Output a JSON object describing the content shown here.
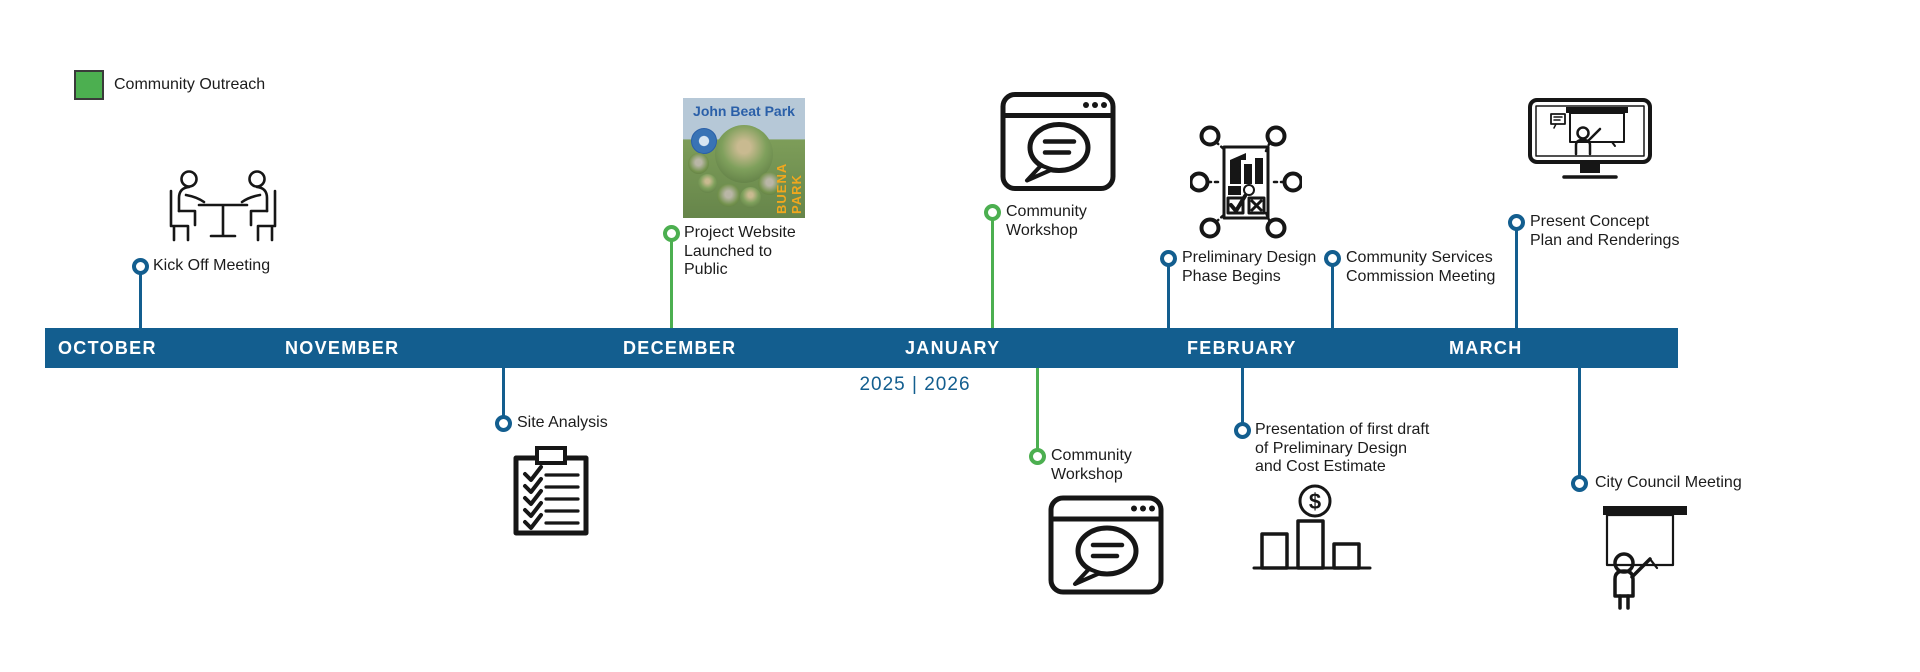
{
  "legend": {
    "label": "Community Outreach",
    "swatch_color": "#4CAF50"
  },
  "colors": {
    "timeline_blue": "#135E8F",
    "outreach_green": "#4CAF50",
    "card_title_blue": "#2A5FA8",
    "card_orange": "#F0A71E"
  },
  "timeline": {
    "months": [
      "OCTOBER",
      "NOVEMBER",
      "DECEMBER",
      "JANUARY",
      "FEBRUARY",
      "MARCH"
    ],
    "year_label": "2025 | 2026"
  },
  "milestones": {
    "kickoff": {
      "lines": [
        "Kick Off Meeting"
      ],
      "category": "standard",
      "side": "above"
    },
    "website": {
      "lines": [
        "Project Website",
        "Launched to",
        "Public"
      ],
      "category": "community-outreach",
      "side": "above"
    },
    "workshop_top": {
      "lines": [
        "Community",
        "Workshop"
      ],
      "category": "community-outreach",
      "side": "above"
    },
    "prelim_design": {
      "lines": [
        "Preliminary Design",
        "Phase Begins"
      ],
      "category": "standard",
      "side": "above"
    },
    "commission": {
      "lines": [
        "Community Services",
        "Commission Meeting"
      ],
      "category": "standard",
      "side": "above"
    },
    "present_concept": {
      "lines": [
        "Present Concept",
        "Plan and Renderings"
      ],
      "category": "standard",
      "side": "above"
    },
    "site_analysis": {
      "lines": [
        "Site Analysis"
      ],
      "category": "standard",
      "side": "below"
    },
    "workshop_bottom": {
      "lines": [
        "Community",
        "Workshop"
      ],
      "category": "community-outreach",
      "side": "below"
    },
    "cost_draft": {
      "lines": [
        "Presentation of first draft",
        "of Preliminary Design",
        "and Cost Estimate"
      ],
      "category": "standard",
      "side": "below"
    },
    "city_council": {
      "lines": [
        "City Council Meeting"
      ],
      "category": "standard",
      "side": "below"
    }
  },
  "website_card": {
    "title": "John Beat Park",
    "side_text": "BUENA PARK"
  },
  "icons": {
    "kickoff": "meeting-table-icon",
    "website": "park-website-thumbnail",
    "workshop": "browser-chat-icon",
    "prelim_design": "design-document-network-icon",
    "present_concept": "monitor-presenter-icon",
    "site_analysis": "checklist-clipboard-icon",
    "cost_draft": "cost-bar-chart-icon",
    "city_council": "presenter-screen-icon",
    "dollar_glyph": "$"
  }
}
